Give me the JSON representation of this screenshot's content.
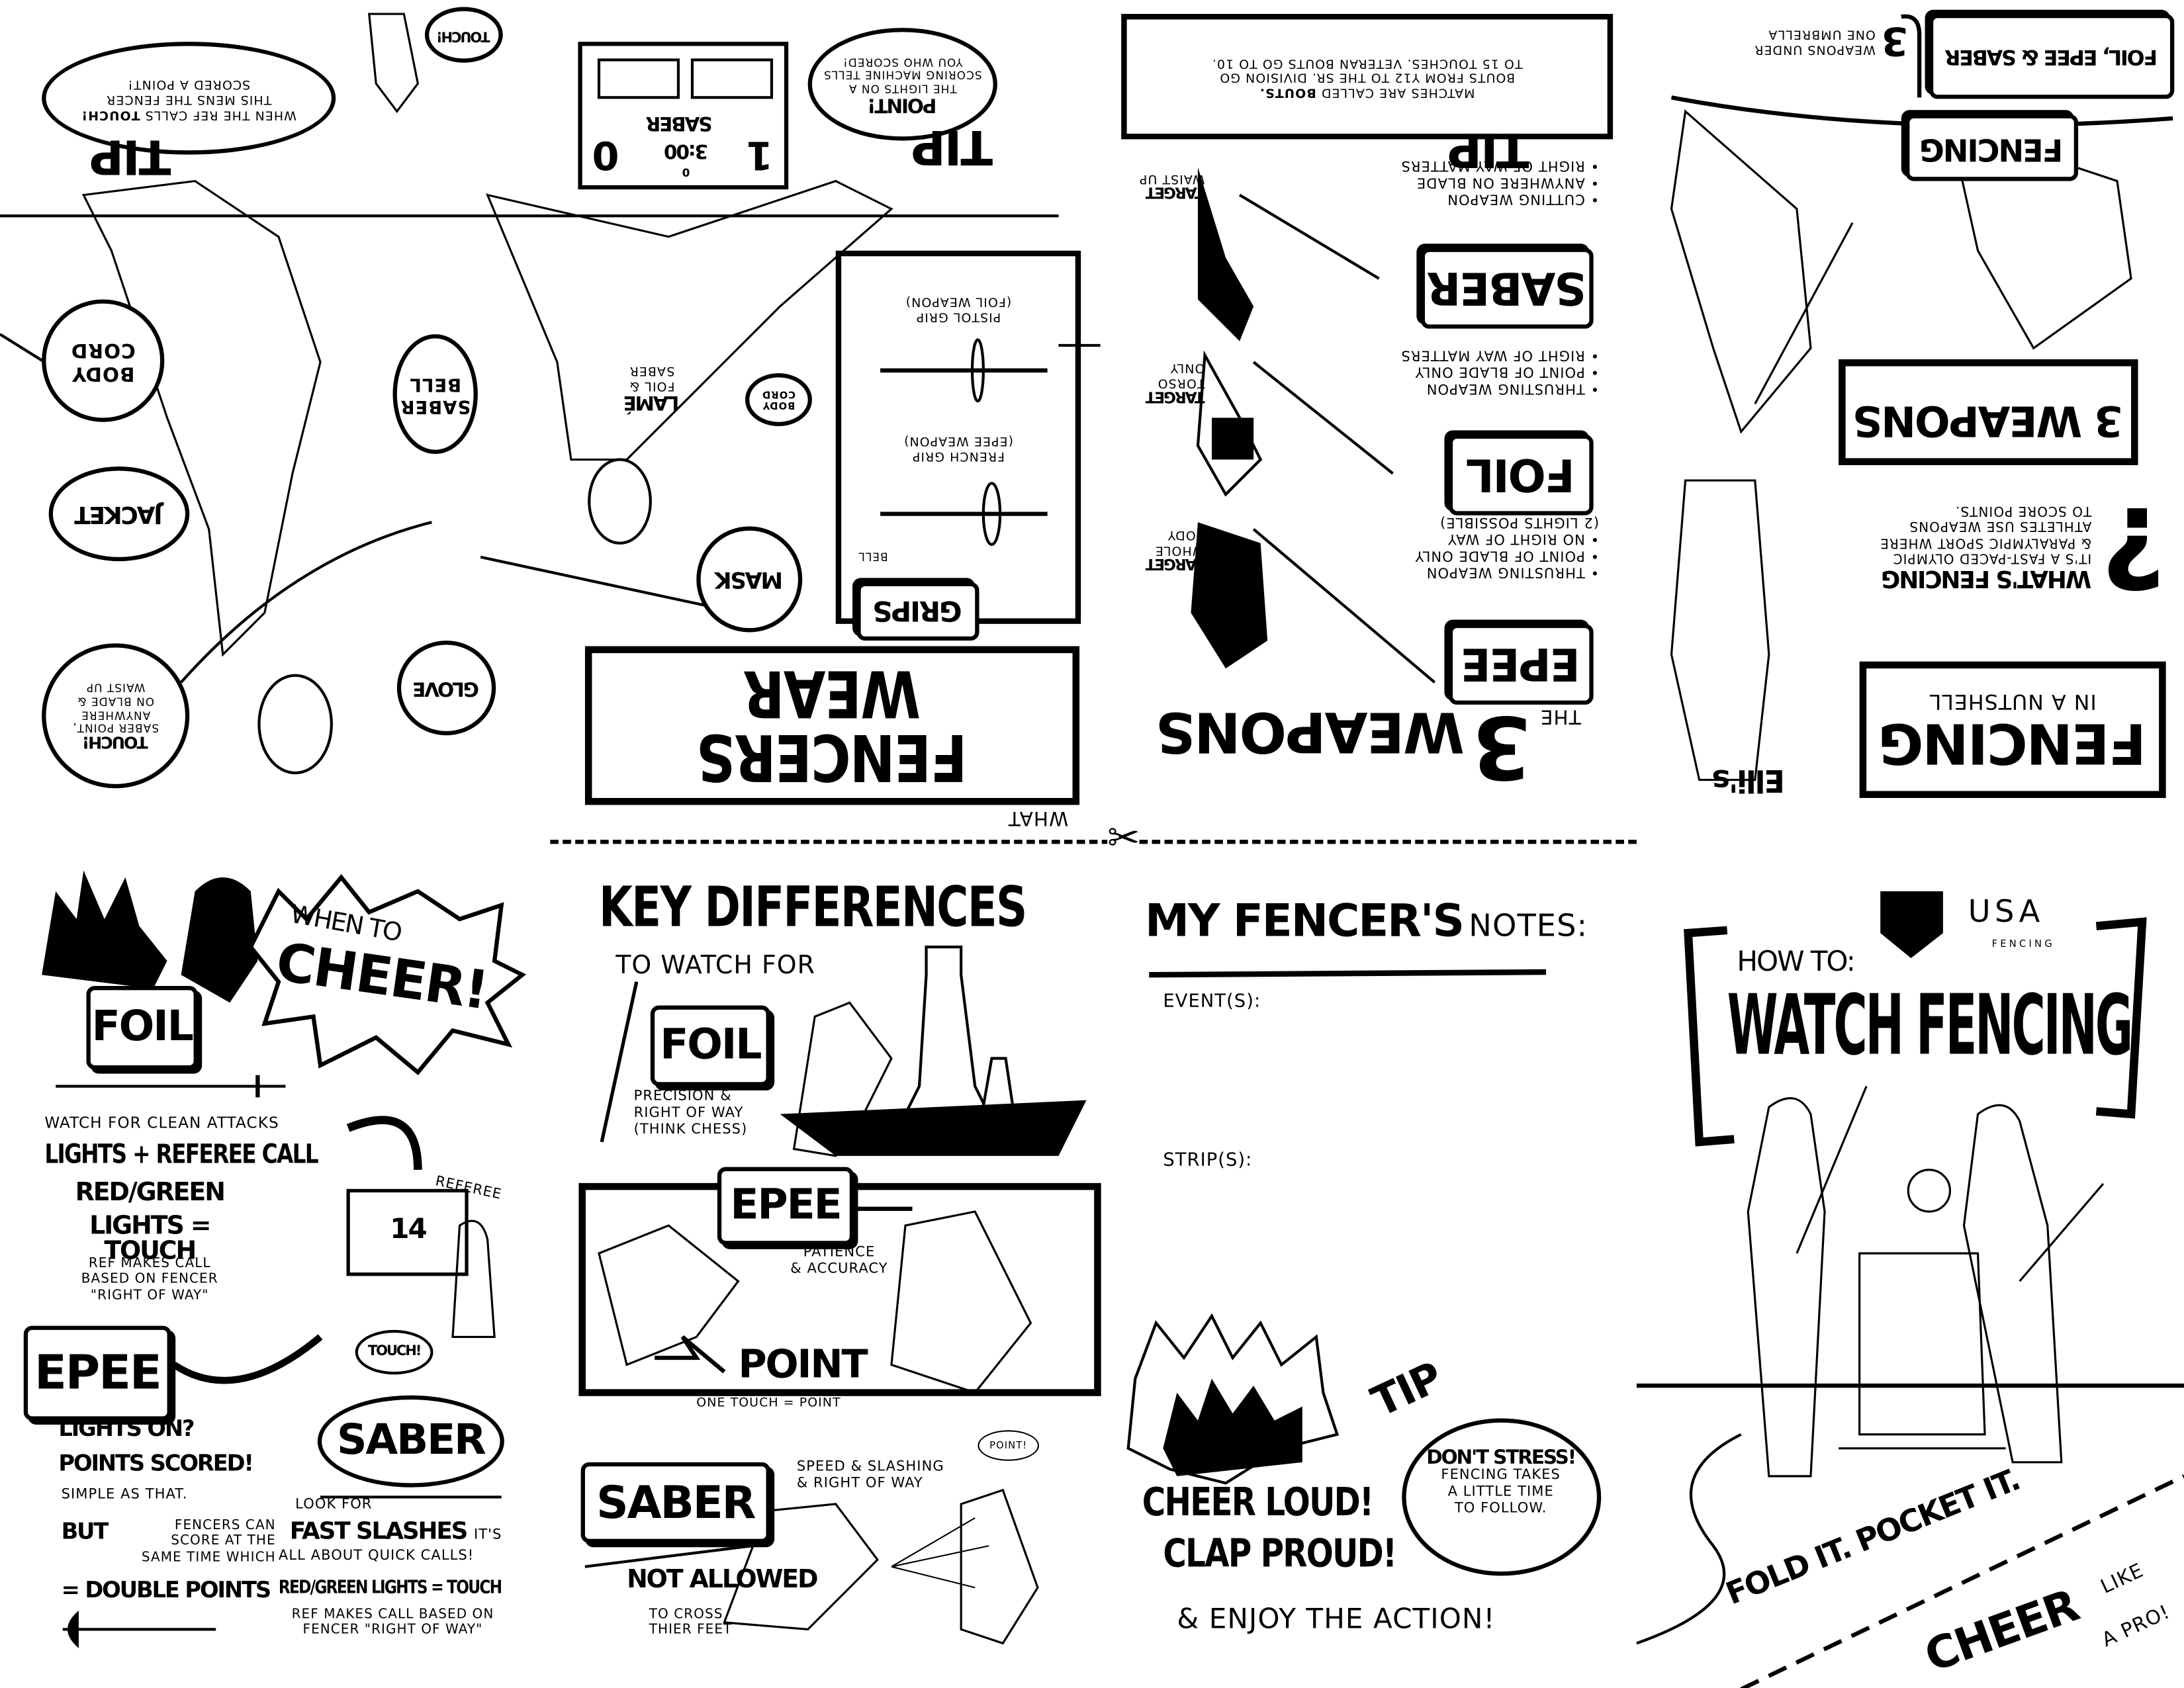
{
  "what_fencers_wear": {
    "title_small": "WHAT",
    "title": "FENCERS WEAR",
    "tip_ref": {
      "label": "TIP",
      "line1_prefix": "WHEN THE REF CALLS ",
      "line1_bold": "TOUCH!",
      "rest": "THIS MENS THE FENCER\nSCORED A POINT!"
    },
    "touch_bubble": "TOUCH!",
    "scoreboard": {
      "weapon": "SABER",
      "time": "3:00",
      "left_score": "0",
      "right_score": "1",
      "period": "0"
    },
    "tip_point": {
      "label": "TIP",
      "heading": "POINT!",
      "text": "THE LIGHTS ON A\nSCORING MACHINE TELLS\nYOU WHO SCORED!"
    },
    "callouts": {
      "body_cord": "BODY\nCORD",
      "saber_bell": "SABER\nBELL",
      "lame": "LAMÉ",
      "lame_sub": "FOIL &\nSABER",
      "body_cord_small": "BODY\nCORD",
      "jacket": "JACKET",
      "mask": "MASK",
      "glove": "GLOVE",
      "touch_heading": "TOUCH!",
      "touch_text": "SABER POINT,\nANYWHERE\nON BLADE &\nWAIST UP"
    },
    "grips": {
      "label": "GRIPS",
      "pistol": "PISTOL GRIP\n(FOIL WEAPON)",
      "french": "FRENCH GRIP\n(EPEE WEAPON)",
      "bell": "BELL"
    }
  },
  "three_weapons": {
    "title_small": "THE",
    "title_number": "3",
    "title": "WEAPONS",
    "tip": {
      "label": "TIP",
      "line1_prefix": "MATCHES ARE CALLED ",
      "line1_bold": "BOUTS.",
      "rest": "BOUTS FROM Y12 TO THE SR. DIVISION GO\nTO 15 TOUCHES. VETERAN BOUTS GO TO 10."
    },
    "weapons": [
      {
        "name": "SABER",
        "bullets": "• CUTTING WEAPON\n• ANYWHERE ON BLADE\n• RIGHT OF WAY MATTERS",
        "target_label": "TARGET",
        "target": "WAIST UP"
      },
      {
        "name": "FOIL",
        "bullets": "• THRUSTING WEAPON\n• POINT OF BLADE ONLY\n• RIGHT OF WAY MATTERS",
        "target_label": "TARGET",
        "target": "TORSO\nONLY"
      },
      {
        "name": "EPEE",
        "bullets": "• THRUSTING WEAPON\n• POINT OF BLADE ONLY\n• NO RIGHT OF WAY\n  (2 LIGHTS POSSIBLE)",
        "target_label": "TARGET",
        "target": "WHOLE\nBODY"
      }
    ]
  },
  "nutshell": {
    "banner": "FOIL, EPEE & SABER",
    "umbrella_number": "3",
    "umbrella_text": "WEAPONS UNDER\nONE UMBRELLA",
    "fencing_banner": "FENCING",
    "three_weapons": "3 WEAPONS",
    "question_mark": "?",
    "whats_heading": "WHAT'S FENCING",
    "whats_text": "IT'S A FAST-PACED OLYMPIC\n& PARALYMPIC SPORT WHERE\nATHLETES USE WEAPONS\nTO SCORE POINTS.",
    "title": "FENCING",
    "subtitle": "IN A NUTSHELL",
    "mascot_name": "Elli's"
  },
  "when_to_cheer": {
    "when_to": "WHEN TO",
    "cheer": "CHEER!",
    "foil": {
      "label": "FOIL",
      "intro": "WATCH FOR CLEAN ATTACKS",
      "headline": "LIGHTS + REFEREE CALL",
      "sub1": "RED/GREEN",
      "sub2": "LIGHTS = TOUCH",
      "note": "REF MAKES CALL\nBASED ON FENCER\n\"RIGHT OF WAY\""
    },
    "referee_label": "REFEREE",
    "machine_score": "14",
    "touch_bubble": "TOUCH!",
    "epee": {
      "label": "EPEE",
      "line1": "LIGHTS ON?",
      "line2": "POINTS SCORED!",
      "line3": "SIMPLE AS THAT.",
      "but": "BUT",
      "but_text": "FENCERS CAN\nSCORE AT THE\nSAME TIME WHICH",
      "result": "= DOUBLE POINTS"
    },
    "saber": {
      "label": "SABER",
      "look_for": "LOOK FOR",
      "fast": "FAST SLASHES",
      "its": "IT'S",
      "quick": "ALL ABOUT QUICK CALLS!",
      "lights": "RED/GREEN LIGHTS = TOUCH",
      "note": "REF MAKES CALL BASED ON\nFENCER \"RIGHT OF WAY\""
    }
  },
  "key_differences": {
    "title": "KEY DIFFERENCES",
    "subtitle": "TO WATCH FOR",
    "foil": {
      "label": "FOIL",
      "text": "PRECISION &\nRIGHT OF WAY\n(THINK CHESS)"
    },
    "epee": {
      "label": "EPEE",
      "text": "PATIENCE\n& ACCURACY",
      "point": "POINT",
      "point_text": "ONE TOUCH = POINT"
    },
    "point_bubble": "POINT!",
    "saber": {
      "label": "SABER",
      "text": "SPEED & SLASHING\n& RIGHT OF WAY",
      "not_allowed": "NOT ALLOWED",
      "not_allowed_text": "TO CROSS\nTHIER FEET"
    }
  },
  "notes": {
    "title_bold": "MY FENCER'S",
    "title_light": "NOTES:",
    "event_label": "EVENT(S):",
    "strip_label": "STRIP(S):",
    "tip_label": "TIP",
    "tip_heading": "DON'T STRESS!",
    "tip_text": "FENCING TAKES\nA LITTLE TIME\nTO FOLLOW.",
    "cheer_loud": "CHEER LOUD!",
    "clap_proud": "CLAP PROUD!",
    "enjoy": "& ENJOY THE ACTION!"
  },
  "cover": {
    "logo_usa": "USA",
    "logo_fencing": "FENCING",
    "how_to": "HOW TO:",
    "title": "WATCH FENCING",
    "fold": "FOLD IT. POCKET IT.",
    "cheer": "CHEER",
    "like": "LIKE",
    "pro": "A PRO!"
  }
}
